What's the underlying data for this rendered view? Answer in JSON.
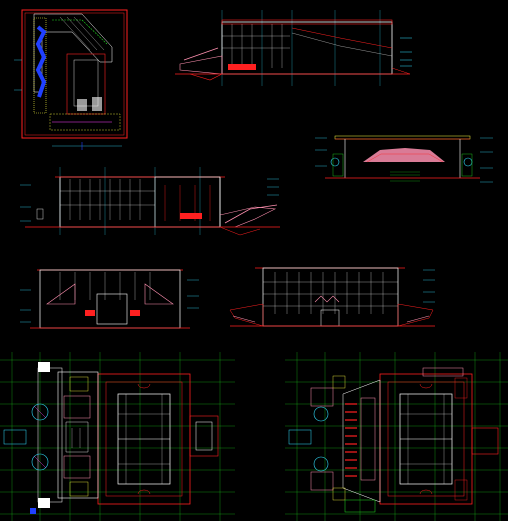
{
  "sheet": {
    "background": "#000000",
    "colors": {
      "red": "#ff2020",
      "white": "#ffffff",
      "cyan": "#30e0ff",
      "blue": "#2040ff",
      "green": "#20e020",
      "yellow": "#ffff40",
      "magenta": "#ff40ff",
      "pink": "#ff90b0"
    }
  },
  "drawings": [
    {
      "id": "site-plan",
      "kind": "site plan"
    },
    {
      "id": "elevation-top",
      "kind": "elevation"
    },
    {
      "id": "section-grandstand",
      "kind": "section"
    },
    {
      "id": "elevation-long",
      "kind": "elevation"
    },
    {
      "id": "elevation-left",
      "kind": "elevation"
    },
    {
      "id": "elevation-front",
      "kind": "elevation"
    },
    {
      "id": "floor-plan-left",
      "kind": "floor plan"
    },
    {
      "id": "floor-plan-right",
      "kind": "floor plan"
    }
  ]
}
